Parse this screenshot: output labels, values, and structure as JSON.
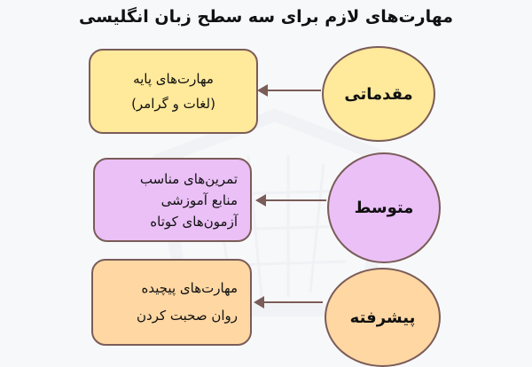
{
  "title": "مهارت‌های لازم برای سه سطح زبان انگلیسی",
  "colors": {
    "background": "#f7f8fa",
    "border": "#7a5c58",
    "beginner": "#ffe99a",
    "intermediate": "#eac0f6",
    "advanced": "#ffd7a3"
  },
  "levels": [
    {
      "name": "مقدماتی",
      "skills": [
        "مهارت‌های پایه",
        "(لغات و گرامر)"
      ]
    },
    {
      "name": "متوسط",
      "skills": [
        "تمرین‌های مناسب",
        "منابع آموزشی",
        "آزمون‌های کوتاه"
      ]
    },
    {
      "name": "پیشرفته",
      "skills": [
        "مهارت‌های پیچیده",
        "روان صحبت کردن"
      ]
    }
  ]
}
